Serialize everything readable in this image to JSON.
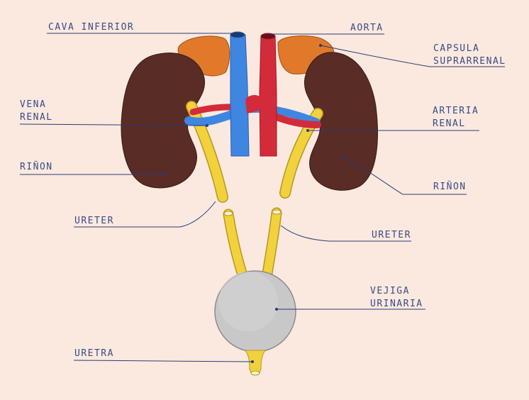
{
  "labels": {
    "cava_inferior": "CAVA INFERIOR",
    "aorta": "AORTA",
    "capsula_line1": "CAPSULA",
    "capsula_line2": "SUPRARRENAL",
    "vena_line1": "VENA",
    "vena_line2": "RENAL",
    "arteria_line1": "ARTERIA",
    "arteria_line2": "RENAL",
    "rinon_left": "RIÑON",
    "rinon_right": "RIÑON",
    "ureter_left": "URETER",
    "ureter_right": "URETER",
    "vejiga_line1": "VEJIGA",
    "vejiga_line2": "URINARIA",
    "uretra": "URETRA"
  },
  "colors": {
    "background": "#fbe9df",
    "kidney": "#5a2c26",
    "adrenal": "#e07a2a",
    "vena_cava": "#3f86e0",
    "aorta": "#d42b3a",
    "ureter": "#f1d23c",
    "bladder": "#c8c8c8",
    "leader_line": "#2a3a7a"
  }
}
